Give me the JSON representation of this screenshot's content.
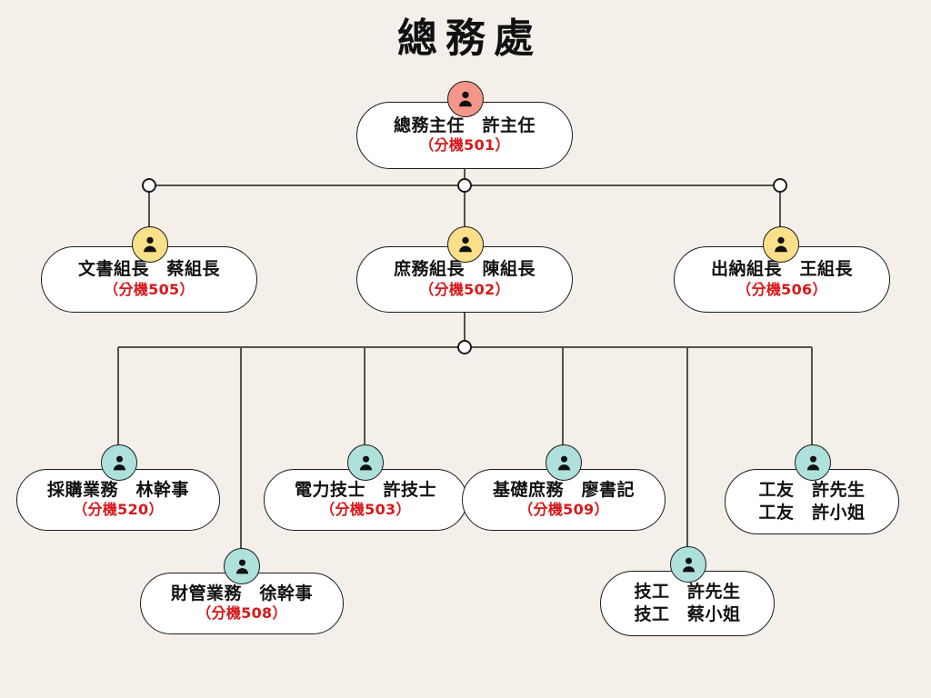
{
  "title": "總務處",
  "colors": {
    "background": "#f4efe9",
    "node_fill": "#ffffff",
    "node_border": "#1b1b1b",
    "text_primary": "#111111",
    "text_extension": "#d8181b",
    "avatar_root": "#f4968a",
    "avatar_lead": "#fbe08a",
    "avatar_staff": "#aee0dc",
    "connector": "#555049"
  },
  "chart_data": {
    "type": "org-chart",
    "title": "總務處",
    "levels": 3,
    "nodes": [
      {
        "id": "root",
        "role": "總務主任",
        "person": "許主任",
        "line1": "總務主任　許主任",
        "line2": "（分機501）",
        "extension": "501",
        "avatar": "root",
        "parent": null
      },
      {
        "id": "l1-1",
        "role": "文書組長",
        "person": "蔡組長",
        "line1": "文書組長　蔡組長",
        "line2": "（分機505）",
        "extension": "505",
        "avatar": "lead",
        "parent": "root"
      },
      {
        "id": "l1-2",
        "role": "庶務組長",
        "person": "陳組長",
        "line1": "庶務組長　陳組長",
        "line2": "（分機502）",
        "extension": "502",
        "avatar": "lead",
        "parent": "root"
      },
      {
        "id": "l1-3",
        "role": "出納組長",
        "person": "王組長",
        "line1": "出納組長　王組長",
        "line2": "（分機506）",
        "extension": "506",
        "avatar": "lead",
        "parent": "root"
      },
      {
        "id": "l2-1",
        "role": "採購業務",
        "person": "林幹事",
        "line1": "採購業務　林幹事",
        "line2": "（分機520）",
        "extension": "520",
        "avatar": "staff",
        "parent": "l1-2"
      },
      {
        "id": "l2-2",
        "role": "財管業務",
        "person": "徐幹事",
        "line1": "財管業務　徐幹事",
        "line2": "（分機508）",
        "extension": "508",
        "avatar": "staff",
        "parent": "l1-2"
      },
      {
        "id": "l2-3",
        "role": "電力技士",
        "person": "許技士",
        "line1": "電力技士　許技士",
        "line2": "（分機503）",
        "extension": "503",
        "avatar": "staff",
        "parent": "l1-2"
      },
      {
        "id": "l2-4",
        "role": "基礎庶務",
        "person": "廖書記",
        "line1": "基礎庶務　廖書記",
        "line2": "（分機509）",
        "extension": "509",
        "avatar": "staff",
        "parent": "l1-2"
      },
      {
        "id": "l2-5",
        "role": "技工",
        "person": "許先生／蔡小姐",
        "line1": "技工　許先生",
        "line2": "技工　蔡小姐",
        "extension": "",
        "avatar": "staff",
        "parent": "l1-2"
      },
      {
        "id": "l2-6",
        "role": "工友",
        "person": "許先生／許小姐",
        "line1": "工友　許先生",
        "line2": "工友　許小姐",
        "extension": "",
        "avatar": "staff",
        "parent": "l1-2"
      }
    ]
  },
  "nodes": {
    "root": {
      "line1": "總務主任　許主任",
      "line2": "（分機501）"
    },
    "l1_1": {
      "line1": "文書組長　蔡組長",
      "line2": "（分機505）"
    },
    "l1_2": {
      "line1": "庶務組長　陳組長",
      "line2": "（分機502）"
    },
    "l1_3": {
      "line1": "出納組長　王組長",
      "line2": "（分機506）"
    },
    "l2_1": {
      "line1": "採購業務　林幹事",
      "line2": "（分機520）"
    },
    "l2_2": {
      "line1": "財管業務　徐幹事",
      "line2": "（分機508）"
    },
    "l2_3": {
      "line1": "電力技士　許技士",
      "line2": "（分機503）"
    },
    "l2_4": {
      "line1": "基礎庶務　廖書記",
      "line2": "（分機509）"
    },
    "l2_5": {
      "line1": "技工　許先生",
      "line2": "技工　蔡小姐"
    },
    "l2_6": {
      "line1": "工友　許先生",
      "line2": "工友　許小姐"
    }
  }
}
